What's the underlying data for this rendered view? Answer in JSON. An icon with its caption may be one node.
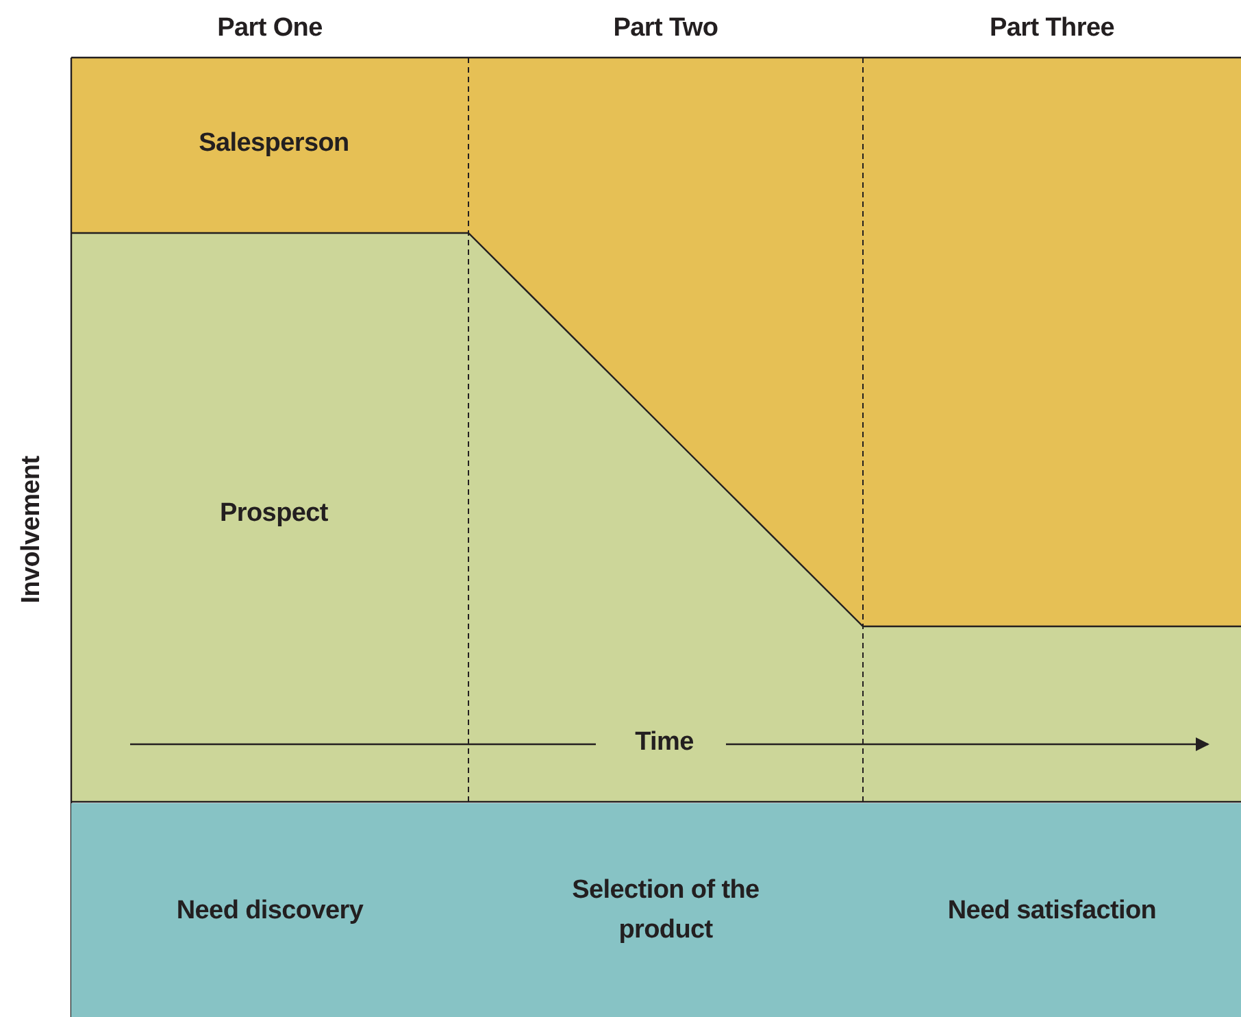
{
  "diagram": {
    "nodes": [
      {
        "text": [
          "Need discovery"
        ]
      },
      {
        "text": [
          "Selection of the product"
        ]
      },
      {
        "text": [
          "Need satisfaction"
        ]
      }
    ],
    "labels": [
      "Part One",
      "Part Two",
      "Part Three",
      "Involvement",
      "Salesperson",
      "Prospect",
      "Time"
    ]
  }
}
